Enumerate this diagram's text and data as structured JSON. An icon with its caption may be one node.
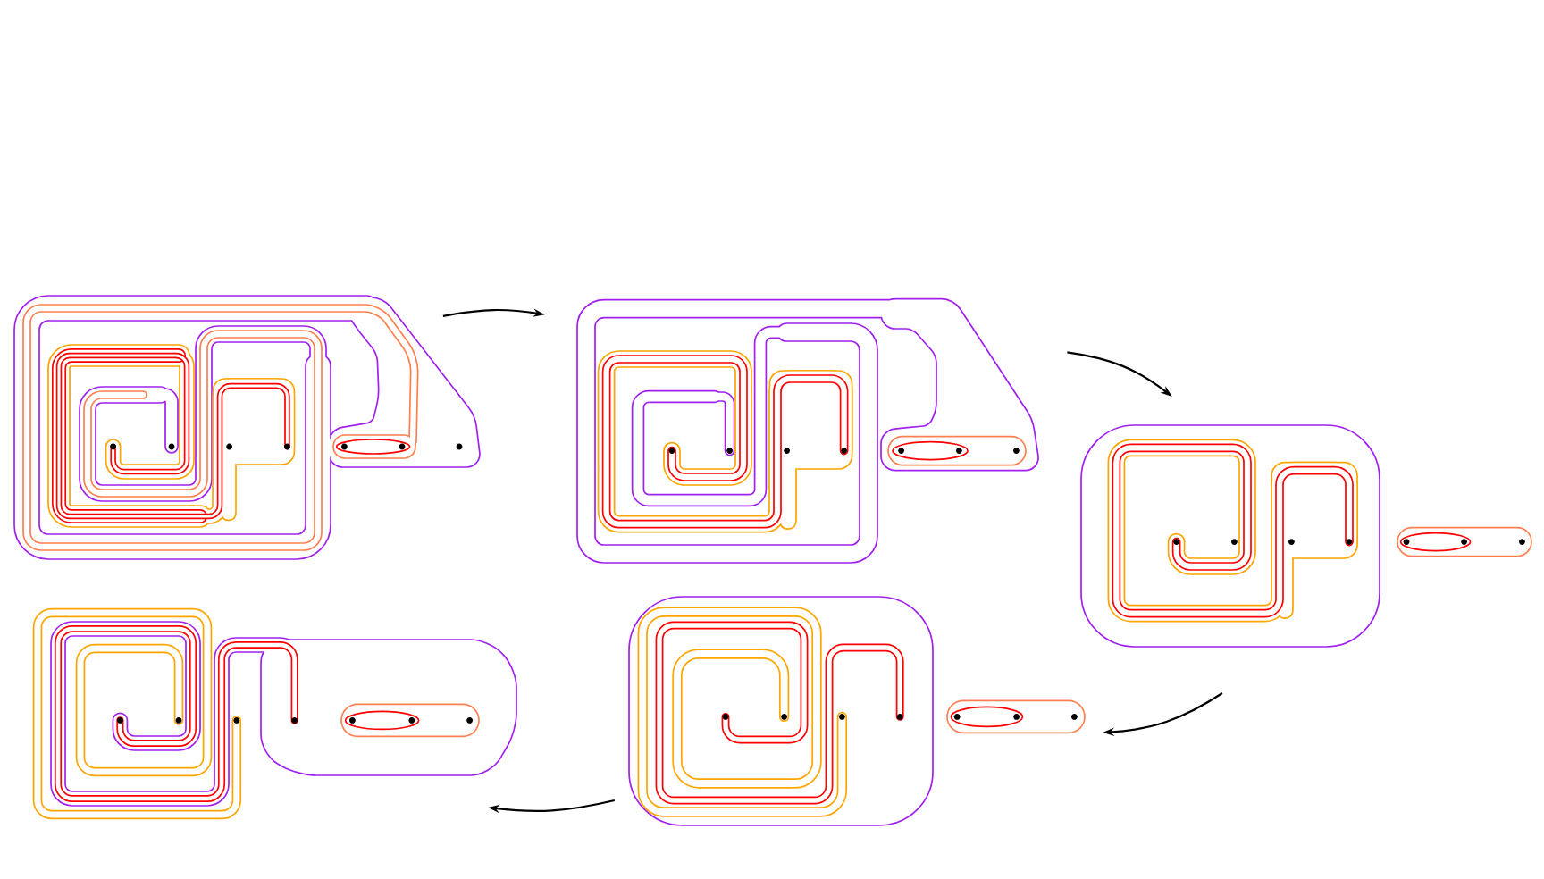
{
  "diagram": {
    "nodes": [
      {
        "text": [],
        "shape": "picture"
      },
      {
        "text": [],
        "shape": "picture"
      },
      {
        "text": [],
        "shape": "picture"
      },
      {
        "text": [],
        "shape": "picture"
      },
      {
        "text": [],
        "shape": "picture"
      }
    ],
    "edges": [
      {
        "from": 0,
        "to": 1,
        "arrow": "to"
      },
      {
        "from": 1,
        "to": 2,
        "arrow": "to"
      },
      {
        "from": 2,
        "to": 4,
        "arrow": "to"
      },
      {
        "from": 4,
        "to": 3,
        "arrow": "to"
      }
    ]
  }
}
